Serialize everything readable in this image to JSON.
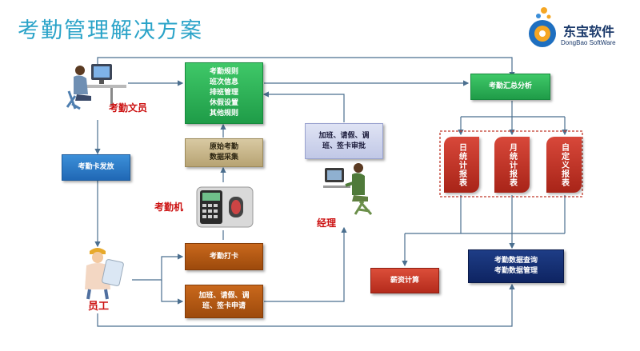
{
  "title": "考勤管理解决方案",
  "logo": {
    "name": "东宝软件",
    "subtitle": "DongBao SoftWare"
  },
  "boxes": {
    "rules": "考勤规则\n班次信息\n排班管理\n休假设置\n其他规则",
    "raw_data": "原始考勤\n数据采集",
    "card_issue": "考勤卡发放",
    "punch": "考勤打卡",
    "apply": "加班、请假、调\n班、签卡申请",
    "approve": "加班、请假、调\n班、签卡审批",
    "summary": "考勤汇总分析",
    "salary": "薪资计算",
    "query": "考勤数据查询\n考勤数据管理"
  },
  "reports": [
    "日统计报表",
    "月统计报表",
    "自定义报表"
  ],
  "roles": {
    "clerk": "考勤文员",
    "machine": "考勤机",
    "manager": "经理",
    "employee": "员工"
  },
  "colors": {
    "title": "#2aa3c8",
    "arrow": "#4b6f8f",
    "role_label": "#cc1111"
  }
}
